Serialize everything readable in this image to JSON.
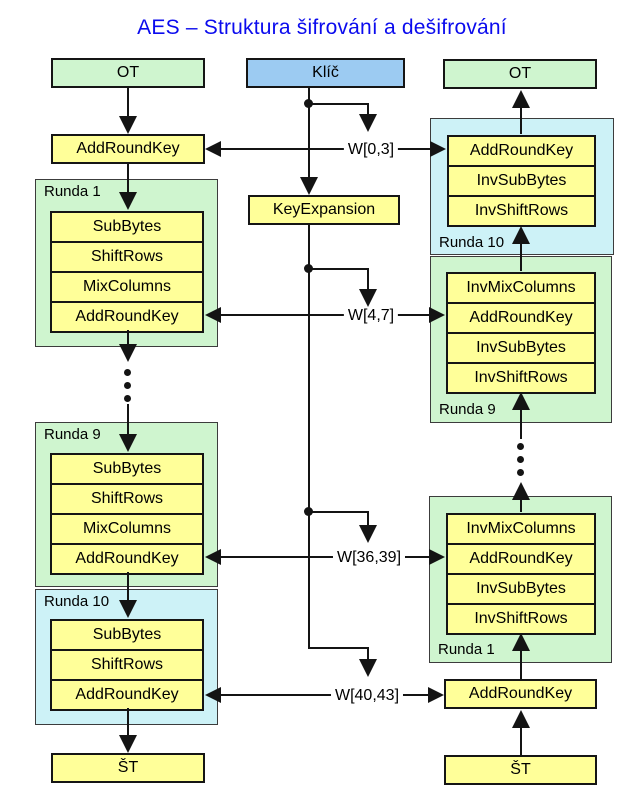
{
  "title": "AES – Struktura šifrování a dešifrování",
  "colors": {
    "box_yellow": "#FFFF99",
    "box_green": "#CFF5CF",
    "box_cyan": "#CDF2F7",
    "box_blue": "#9CCBF2",
    "title_blue": "#0B0BEE",
    "line_black": "#141414"
  },
  "left": {
    "ot": "OT",
    "addroundkey": "AddRoundKey",
    "round1": {
      "label": "Runda 1",
      "steps": [
        "SubBytes",
        "ShiftRows",
        "MixColumns",
        "AddRoundKey"
      ]
    },
    "round9": {
      "label": "Runda 9",
      "steps": [
        "SubBytes",
        "ShiftRows",
        "MixColumns",
        "AddRoundKey"
      ]
    },
    "round10": {
      "label": "Runda 10",
      "steps": [
        "SubBytes",
        "ShiftRows",
        "AddRoundKey"
      ]
    },
    "st": "ŠT"
  },
  "middle": {
    "key": "Klíč",
    "key_expansion": "KeyExpansion",
    "w": [
      "W[0,3]",
      "W[4,7]",
      "W[36,39]",
      "W[40,43]"
    ]
  },
  "right": {
    "ot": "OT",
    "round10": {
      "label": "Runda 10",
      "steps": [
        "AddRoundKey",
        "InvSubBytes",
        "InvShiftRows"
      ]
    },
    "round9": {
      "label": "Runda 9",
      "steps": [
        "InvMixColumns",
        "AddRoundKey",
        "InvSubBytes",
        "InvShiftRows"
      ]
    },
    "round1": {
      "label": "Runda 1",
      "steps": [
        "InvMixColumns",
        "AddRoundKey",
        "InvSubBytes",
        "InvShiftRows"
      ]
    },
    "addroundkey": "AddRoundKey",
    "st": "ŠT"
  }
}
